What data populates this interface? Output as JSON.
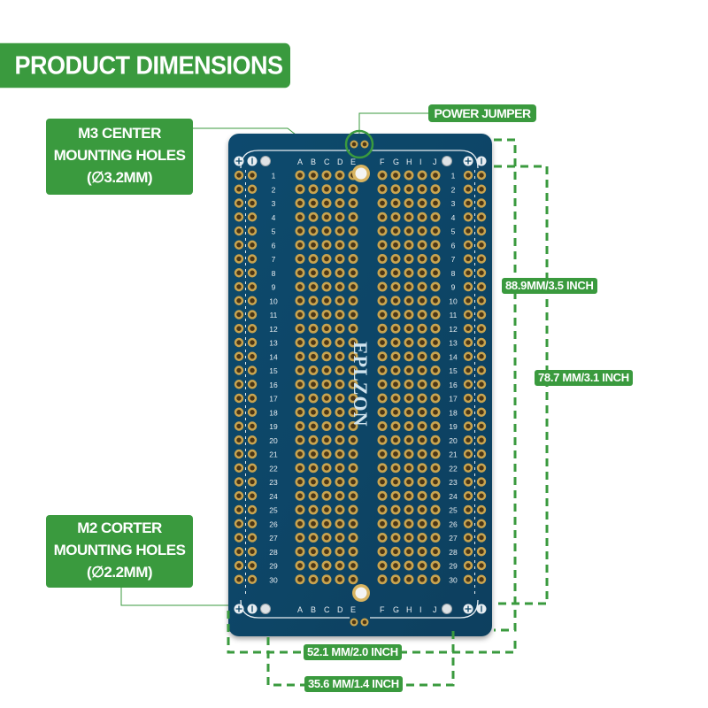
{
  "title": "PRODUCT DIMENSIONS",
  "callouts": {
    "m3": {
      "line1": "M3 CENTER",
      "line2": "MOUNTING HOLES",
      "line3": "(∅3.2MM)"
    },
    "m2": {
      "line1": "M2 CORTER",
      "line2": "MOUNTING HOLES",
      "line3": "(∅2.2MM)"
    },
    "jumper": "POWER JUMPER"
  },
  "dimensions": {
    "board_height": "88.9MM/3.5 INCH",
    "hole_span_height": "78.7 MM/3.1 INCH",
    "board_width": "52.1 MM/2.0 INCH",
    "hole_span_width": "35.6 MM/1.4 INCH"
  },
  "board": {
    "brand": "EPLZON",
    "columns_left": [
      "A",
      "B",
      "C",
      "D",
      "E"
    ],
    "columns_right": [
      "F",
      "G",
      "H",
      "I",
      "J"
    ],
    "rows": 30,
    "colors": {
      "pcb": "#0a4566",
      "pad": "#c9a44f",
      "silk": "#e8eef2",
      "accent": "#3a9a3e"
    }
  }
}
